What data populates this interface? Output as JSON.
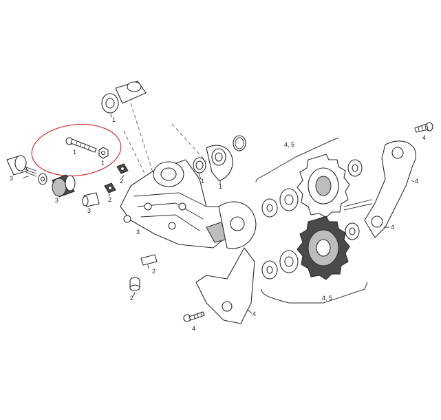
{
  "callouts": {
    "c1_top": "1",
    "c1_bolt": "1",
    "c1_nut": "1",
    "c1_washer": "1",
    "c1_hanger": "1",
    "c2_bolt_a": "2",
    "c2_bolt_b": "2",
    "c2_clip": "2",
    "c2_screw": "2",
    "c3_barrel": "3",
    "c3_adjuster": "3",
    "c3_ferrule": "3",
    "c3_body": "3",
    "c4_bolt_top": "4",
    "c4_cage_right": "4",
    "c4_cage_lower": "4",
    "c4_bolt_bottom": "4",
    "c45_upper": "4, 5",
    "c45_lower": "4, 5"
  },
  "colors": {
    "highlight": "#d62a2a",
    "line": "#2a2a2a"
  }
}
